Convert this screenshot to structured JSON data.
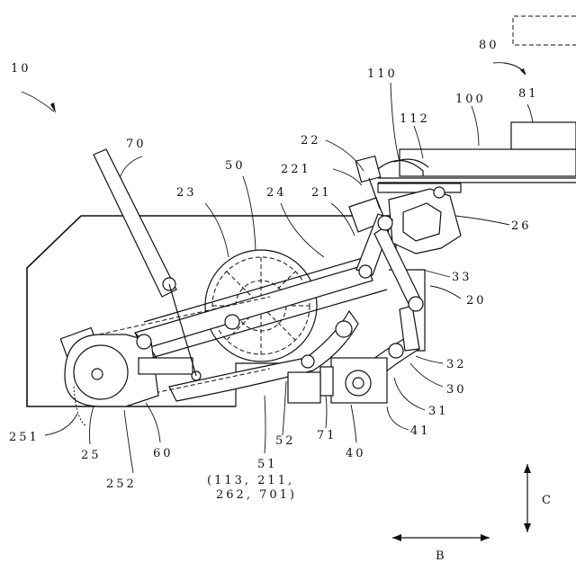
{
  "figure": {
    "labels": {
      "l10": "10",
      "l70": "70",
      "l50": "50",
      "l23": "23",
      "l24": "24",
      "l21": "21",
      "l22": "22",
      "l221": "221",
      "l110": "110",
      "l80": "80",
      "l100": "100",
      "l81": "81",
      "l112": "112",
      "l26": "26",
      "l33": "33",
      "l20": "20",
      "l32": "32",
      "l30": "30",
      "l31": "31",
      "l41": "41",
      "l40": "40",
      "l71": "71",
      "l52": "52",
      "l51": "51",
      "l51sub1": "(113, 211,",
      "l51sub2": "262, 701)",
      "l251": "251",
      "l25": "25",
      "l252": "252",
      "l60": "60"
    },
    "axes": {
      "direction_b": "B",
      "direction_c": "C"
    }
  }
}
